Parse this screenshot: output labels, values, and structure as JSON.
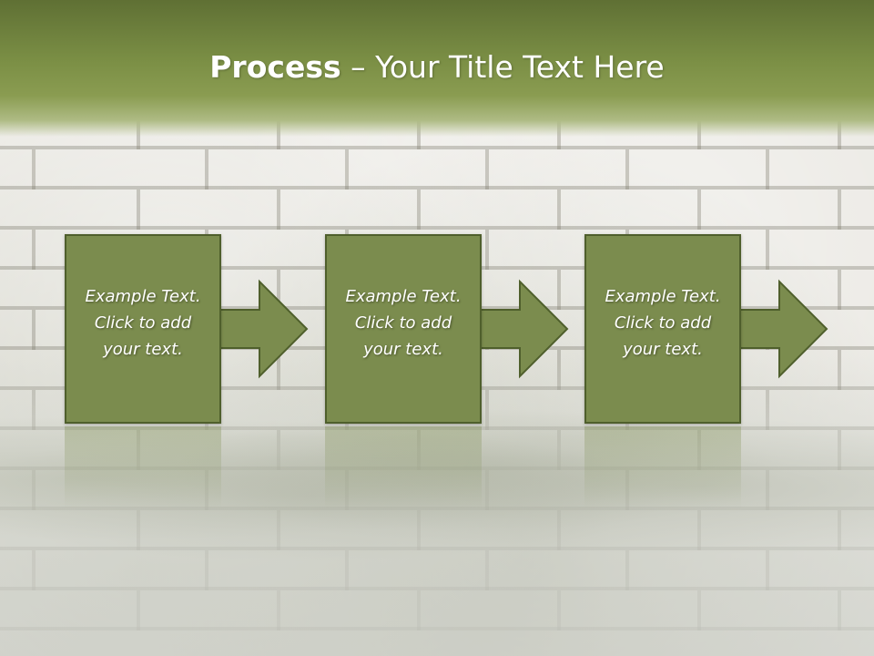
{
  "slide": {
    "title_strong": "Process",
    "title_rest": " – Your Title Text Here"
  },
  "steps": [
    {
      "line1": "Example Text.",
      "line2": "Click  to add",
      "line3": "your text."
    },
    {
      "line1": "Example Text.",
      "line2": "Click  to add",
      "line3": "your text."
    },
    {
      "line1": "Example Text.",
      "line2": "Click  to add",
      "line3": "your text."
    }
  ],
  "colors": {
    "header": "#7b8f45",
    "box_fill": "#7b8c4e",
    "box_border": "#4f5f2c",
    "text": "#ffffff"
  }
}
